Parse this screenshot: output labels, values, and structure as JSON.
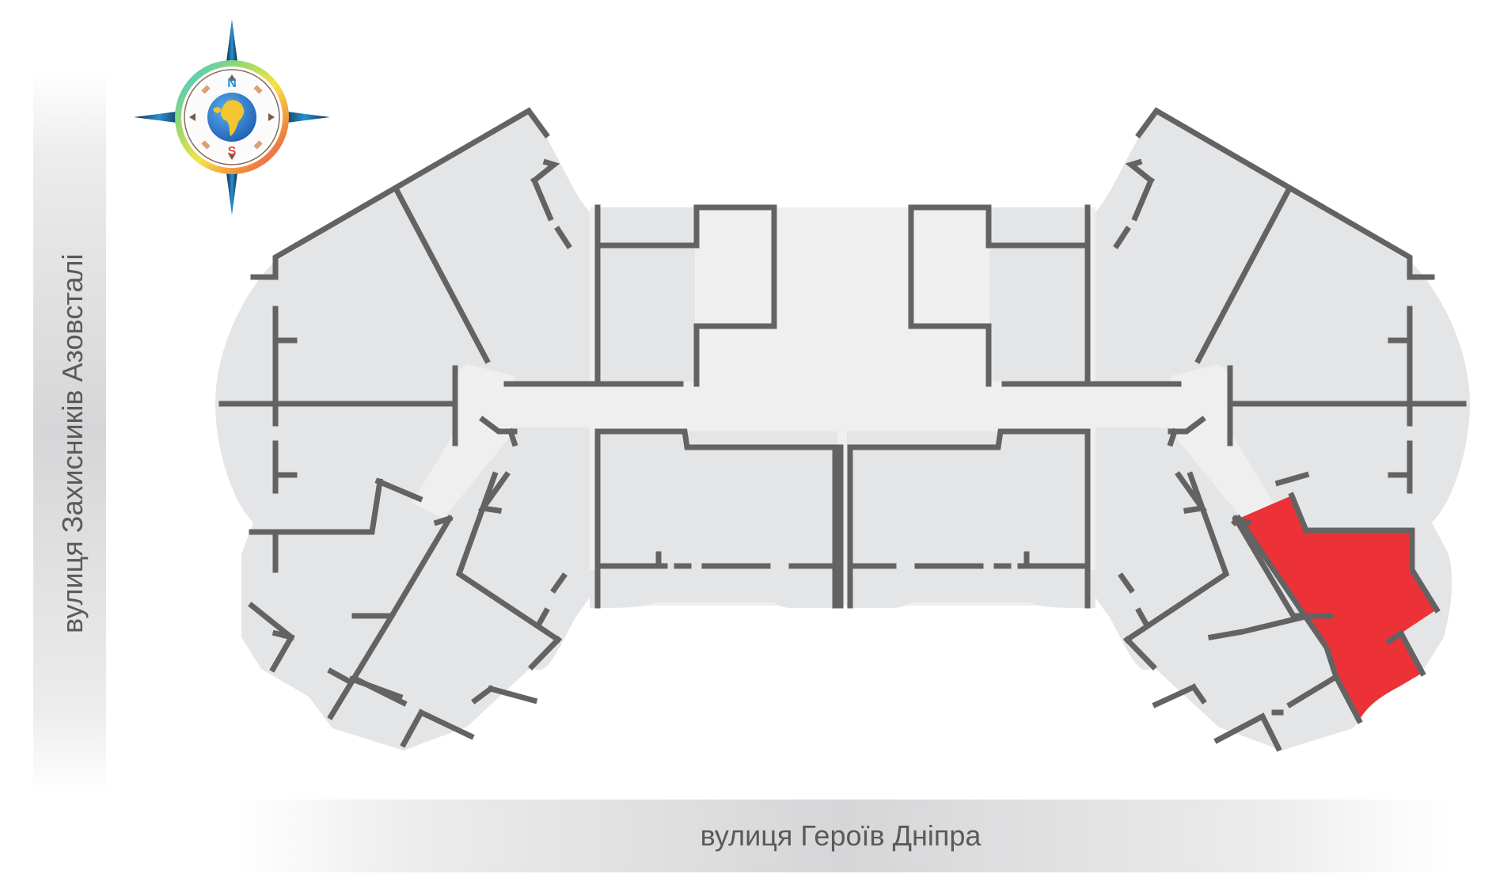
{
  "streets": {
    "left": "вулиця Захисників Азовсталі",
    "bottom": "вулиця Героїв Дніпра"
  },
  "compass": {
    "north_letter": "N",
    "south_letter": "S",
    "icon": "compass-rose-icon"
  },
  "colors": {
    "floor_fill": "#e4e5e7",
    "corridor_fill": "#efefef",
    "wall": "#636363",
    "highlight": "#ec3237",
    "street_band": "#d9d9db",
    "street_text": "#5a5a5a"
  },
  "highlighted_unit": "apartment-highlighted"
}
